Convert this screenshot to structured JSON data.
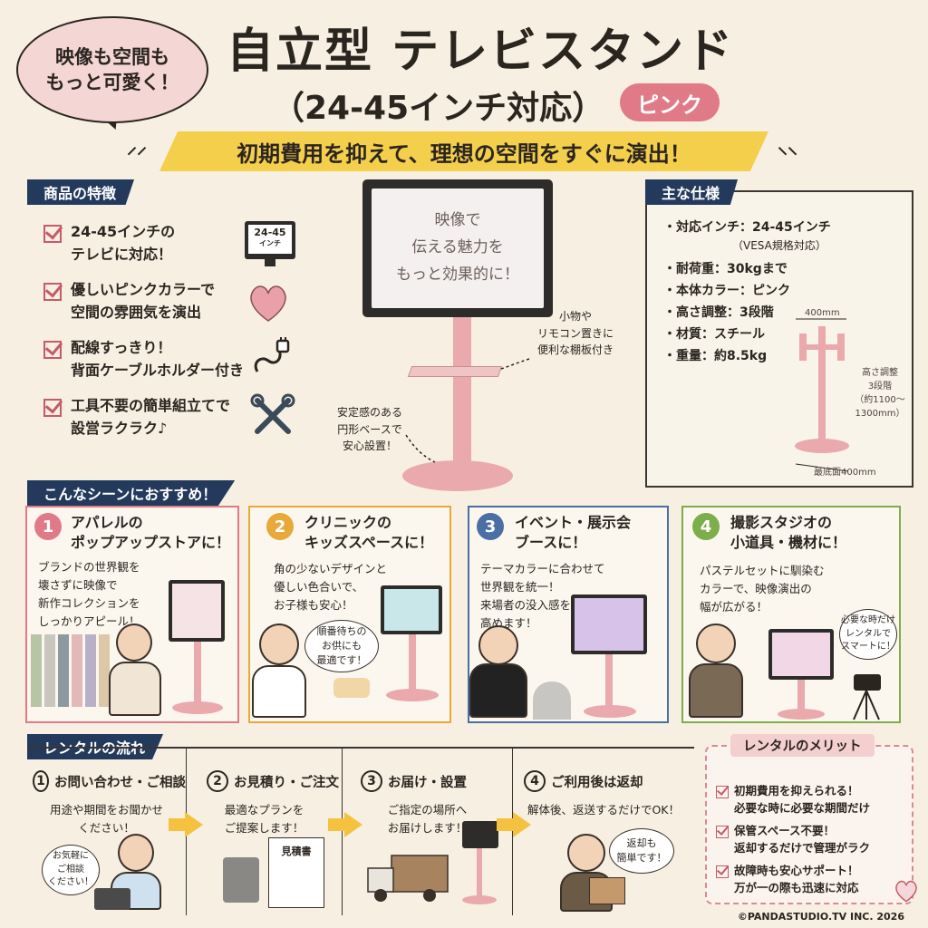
{
  "colors": {
    "pink": "#e07a86",
    "navy": "#233a5c",
    "yellow": "#f4cf4c",
    "background": "#f7efe2"
  },
  "header": {
    "bubble_line1": "映像も空間も",
    "bubble_line2": "もっと可愛く！",
    "title": "自立型 テレビスタンド",
    "subtitle": "（24-45インチ対応）",
    "color_badge": "ピンク",
    "tagline": "初期費用を抑えて、理想の空間をすぐに演出！"
  },
  "features": {
    "label": "商品の特徴",
    "items": [
      {
        "line1": "24-45インチの",
        "line2": "テレビに対応！",
        "icon": "tv-icon",
        "icon_text": "24-45",
        "icon_sub": "インチ"
      },
      {
        "line1": "優しいピンクカラーで",
        "line2": "空間の雰囲気を演出",
        "icon": "heart-icon"
      },
      {
        "line1": "配線すっきり！",
        "line2": "背面ケーブルホルダー付き",
        "icon": "cable-icon"
      },
      {
        "line1": "工具不要の簡単組立てで",
        "line2": "設営ラクラク♪",
        "icon": "tools-icon"
      }
    ]
  },
  "product": {
    "screen_line1": "映像で",
    "screen_line2": "伝える魅力を",
    "screen_line3": "もっと効果的に！",
    "shelf_note_line1": "小物や",
    "shelf_note_line2": "リモコン置きに",
    "shelf_note_line3": "便利な棚板付き",
    "base_note_line1": "安定感のある",
    "base_note_line2": "円形ベースで",
    "base_note_line3": "安心設置！"
  },
  "specs": {
    "label": "主な仕様",
    "items": [
      {
        "text": "・対応インチ：24-45インチ",
        "sub": "（VESA規格対応）"
      },
      {
        "text": "・耐荷重：30kgまで"
      },
      {
        "text": "・本体カラー：ピンク"
      },
      {
        "text": "・高さ調整：3段階"
      },
      {
        "text": "・材質：スチール"
      },
      {
        "text": "・重量：約8.5kg"
      }
    ],
    "dim_top": "400mm",
    "dim_height_line1": "高さ調整",
    "dim_height_line2": "3段階",
    "dim_height_line3": "（約1100～",
    "dim_height_line4": "1300mm）",
    "dim_base": "最底面400mm"
  },
  "scenes": {
    "label": "こんなシーンにおすすめ！",
    "items": [
      {
        "num": "1",
        "color": "#e07a86",
        "title1": "アパレルの",
        "title2": "ポップアップストアに！",
        "d1": "ブランドの世界観を",
        "d2": "壊さずに映像で",
        "d3": "新作コレクションを",
        "d4": "しっかりアピール！"
      },
      {
        "num": "2",
        "color": "#e8a93a",
        "title1": "クリニックの",
        "title2": "キッズスペースに！",
        "d1": "角の少ないデザインと",
        "d2": "優しい色合いで、",
        "d3": "お子様も安心！",
        "d4": "",
        "speech1": "順番待ちの",
        "speech2": "お供にも",
        "speech3": "最適です！"
      },
      {
        "num": "3",
        "color": "#4a6fa5",
        "title1": "イベント・展示会",
        "title2": "ブースに！",
        "d1": "テーマカラーに合わせて",
        "d2": "世界観を統一！",
        "d3": "来場者の没入感を",
        "d4": "高めます！"
      },
      {
        "num": "4",
        "color": "#7cae4c",
        "title1": "撮影スタジオの",
        "title2": "小道具・機材に！",
        "d1": "パステルセットに馴染む",
        "d2": "カラーで、映像演出の",
        "d3": "幅が広がる！",
        "d4": "",
        "speech1": "必要な時だけ",
        "speech2": "レンタルで",
        "speech3": "スマートに！"
      }
    ]
  },
  "rental": {
    "label": "レンタルの流れ",
    "steps": [
      {
        "num": "1",
        "title": "お問い合わせ・ご相談",
        "d1": "用途や期間をお聞かせ",
        "d2": "ください！",
        "speech1": "お気軽に",
        "speech2": "ご相談",
        "speech3": "ください！"
      },
      {
        "num": "2",
        "title": "お見積り・ご注文",
        "d1": "最適なプランを",
        "d2": "ご提案します！",
        "doc": "見積書"
      },
      {
        "num": "3",
        "title": "お届け・設置",
        "d1": "ご指定の場所へ",
        "d2": "お届けします！"
      },
      {
        "num": "4",
        "title": "ご利用後は返却",
        "d1": "解体後、返送するだけでOK！",
        "d2": "",
        "speech1": "返却も",
        "speech2": "簡単です！"
      }
    ]
  },
  "merits": {
    "title": "レンタルのメリット",
    "items": [
      {
        "line1": "初期費用を抑えられる！",
        "line2": "必要な時に必要な期間だけ"
      },
      {
        "line1": "保管スペース不要！",
        "line2": "返却するだけで管理がラク"
      },
      {
        "line1": "故障時も安心サポート！",
        "line2": "万が一の際も迅速に対応"
      }
    ]
  },
  "copyright": "©PANDASTUDIO.TV INC. 2026"
}
